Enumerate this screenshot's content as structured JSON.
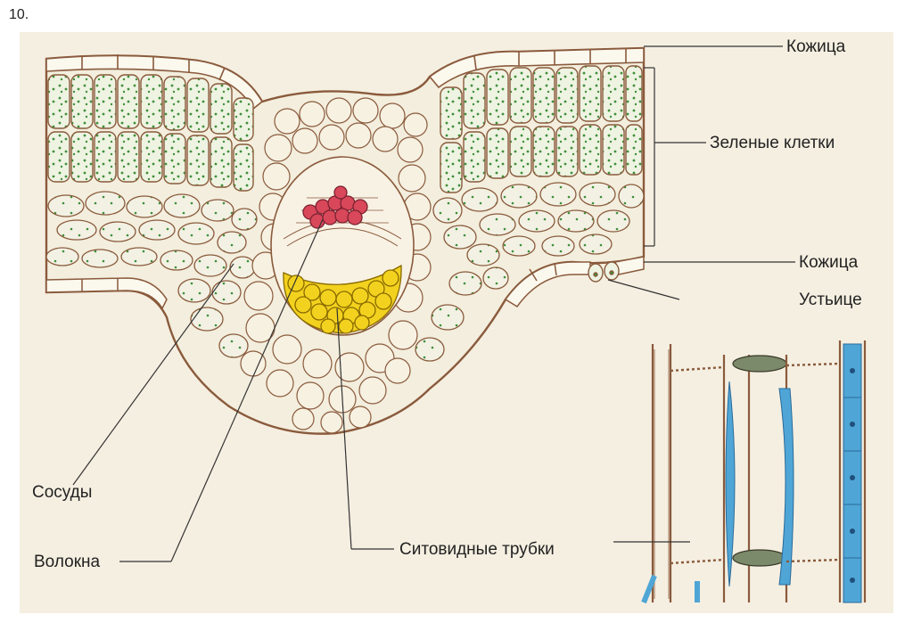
{
  "page_number": "10.",
  "labels": {
    "epidermis_top": "Кожица",
    "green_cells": "Зеленые клетки",
    "epidermis_bottom": "Кожица",
    "stoma": "Устьице",
    "vessels": "Сосуды",
    "fibers": "Волокна",
    "sieve_tubes": "Ситовидные трубки"
  },
  "colors": {
    "background": "#f5efe1",
    "cell_wall": "#8a5a3c",
    "chloroplast": "#3f8f3a",
    "vessel_red": "#d9475a",
    "fiber_yellow": "#f2d21e",
    "sieve_blue": "#4fa6d6"
  }
}
